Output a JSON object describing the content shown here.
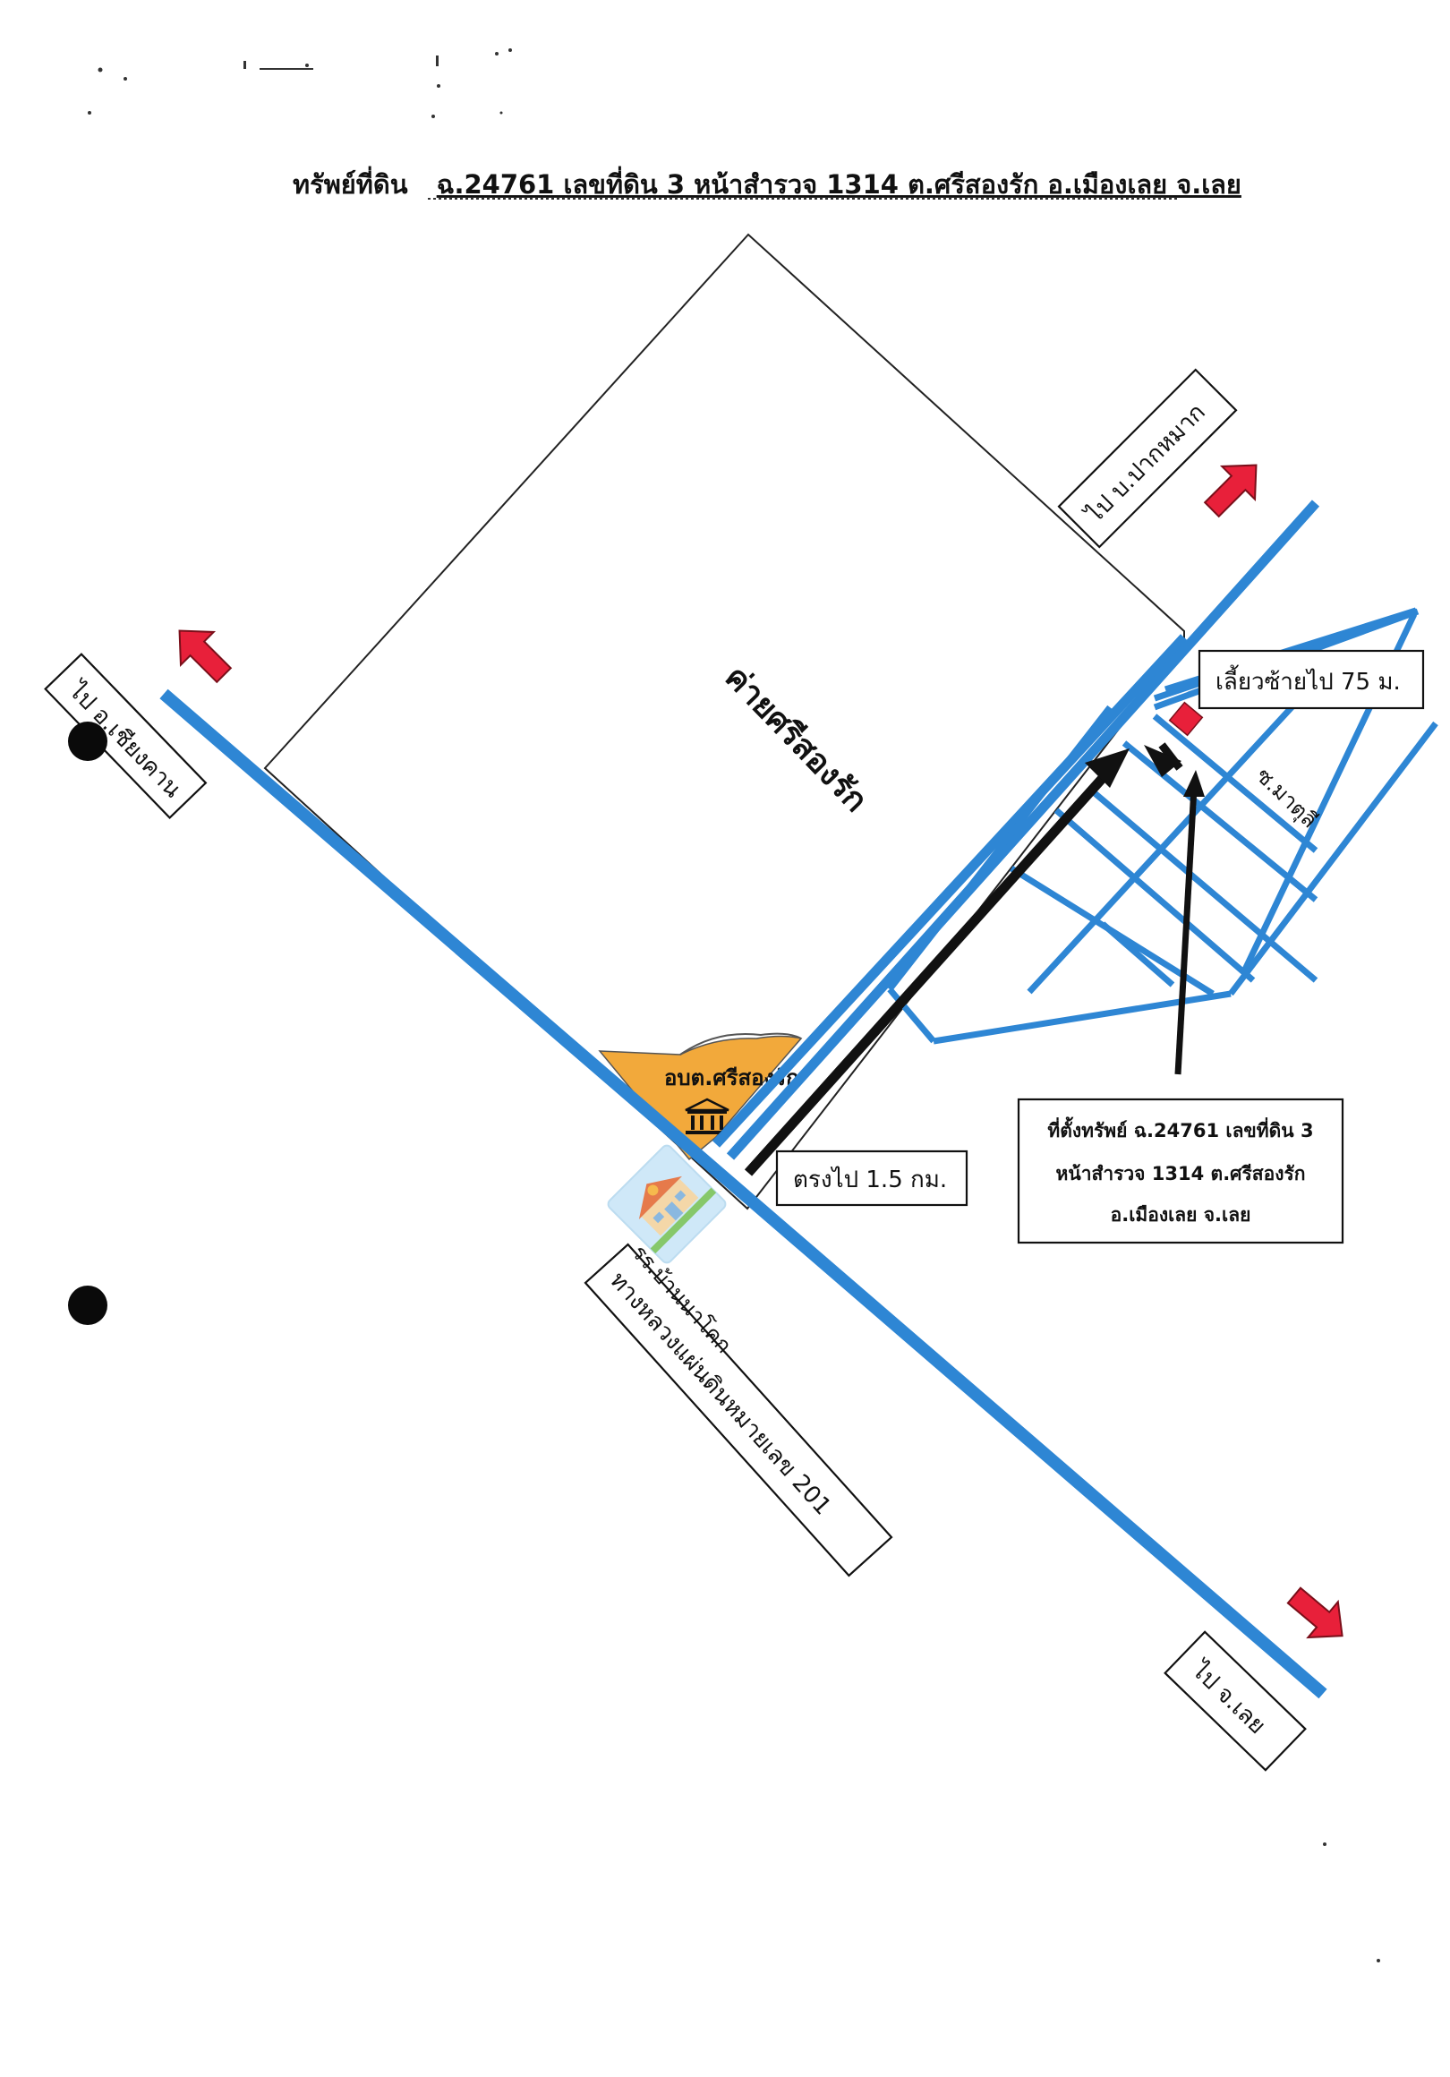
{
  "title": {
    "prefix": "ทรัพย์ที่ดิน",
    "detail": "ฉ.24761 เลขที่ดิน 3 หน้าสำรวจ 1314 ต.ศรีสองรัก อ.เมืองเลย จ.เลย"
  },
  "labels": {
    "camp": "ค่ายศรีสองรัก",
    "to_chiang_khan": "ไป อ.เชียงคาน",
    "to_pak_mak": "ไป บ.ปากหมาก",
    "to_loei": "ไป จ.เลย",
    "turn_left": "เลี้ยวซ้ายไป 75 ม.",
    "straight": "ตรงไป 1.5 กม.",
    "soi": "ซ.มาตุลี",
    "obt": "อบต.ศรีสองรัก",
    "school": "รร.บ้านนาโคก",
    "highway": "ทางหลวงแผ่นดินหมายเลข 201",
    "location_line1": "ที่ตั้งทรัพย์ ฉ.24761 เลขที่ดิน 3",
    "location_line2": "หน้าสำรวจ 1314 ต.ศรีสองรัก",
    "location_line3": "อ.เมืองเลย จ.เลย"
  },
  "colors": {
    "road": "#2e86d4",
    "arrow_red": "#e8203a",
    "obt_fill": "#f2a93b",
    "marker": "#e8203a"
  }
}
